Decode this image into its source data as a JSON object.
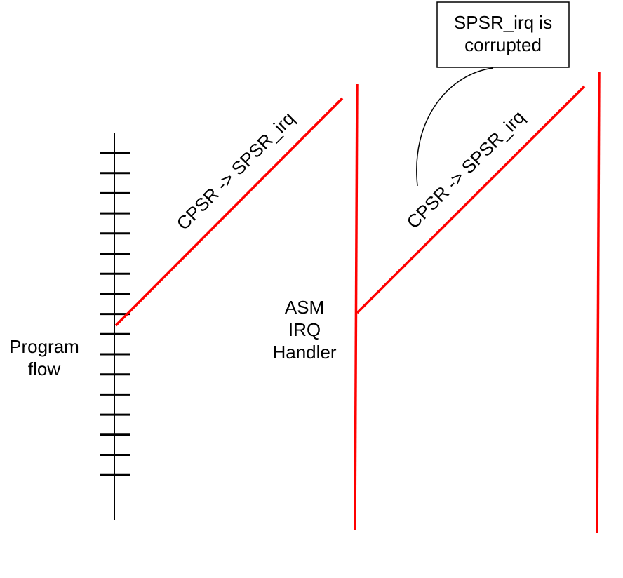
{
  "labels": {
    "program_flow_line1": "Program",
    "program_flow_line2": "flow",
    "handler_line1": "ASM",
    "handler_line2": "IRQ",
    "handler_line3": "Handler",
    "transition_1": "CPSR -> SPSR_irq",
    "transition_2": "CPSR -> SPSR_irq",
    "callout_line1": "SPSR_irq is",
    "callout_line2": "corrupted"
  },
  "tick_mark_count": 17,
  "colors": {
    "flow_line": "#ff0000",
    "axis": "#000000",
    "background": "#ffffff"
  }
}
